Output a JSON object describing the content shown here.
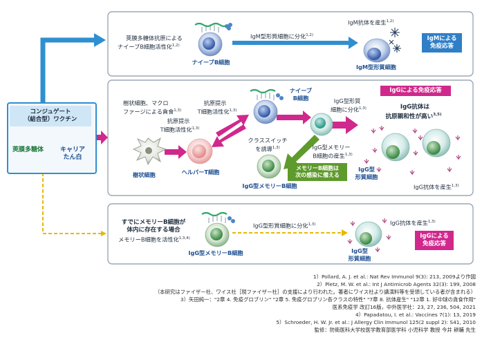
{
  "vaccine": {
    "title_line1": "コンジュゲート",
    "title_line2": "（結合型）ワクチン",
    "polysaccharide_label": "莢膜多糖体",
    "carrier_label_line1": "キャリア",
    "carrier_label_line2": "たん白"
  },
  "top_panel": {
    "activation_line1": "莢膜多糖体抗原による",
    "activation_line2": "ナイーブB細胞活性化",
    "activation_ref": "1,2)",
    "naive_b_label": "ナイーブB細胞",
    "differentiation": "IgM型形質細胞に分化",
    "differentiation_ref": "1,2)",
    "igm_produce": "IgM抗体を産生",
    "igm_produce_ref": "1,2)",
    "igm_plasma_label": "IgM型形質細胞",
    "badge_line1": "IgMによる",
    "badge_line2": "免疫応答"
  },
  "middle_panel": {
    "dendritic_desc_line1": "樹状細胞、マクロ",
    "dendritic_desc_line2": "ファージによる貪食",
    "dendritic_desc_ref": "1,3)",
    "antigen_present_t_line1": "抗原提示",
    "antigen_present_t_line2": "T細胞活性化",
    "antigen_present_t_ref": "1,3)",
    "antigen_present_b_line1": "抗原提示",
    "antigen_present_b_line2": "T細胞活性化",
    "antigen_present_b_ref": "1,3)",
    "dendritic_label": "樹状細胞",
    "helper_t_label": "ヘルパーT細胞",
    "naive_b_line1": "ナイーブ",
    "naive_b_line2": "B細胞",
    "class_switch_line1": "クラススイッチ",
    "class_switch_line2": "を誘導",
    "class_switch_ref": "1,3)",
    "igg_plasma_diff_line1": "IgG型形質",
    "igg_plasma_diff_line2": "細胞に分化",
    "igg_plasma_diff_ref": "1,3)",
    "igg_memory_prod_line1": "IgG型メモリー",
    "igg_memory_prod_line2": "B細胞の産生",
    "igg_memory_prod_ref": "1,3)",
    "igg_memory_label": "IgG型メモリーB細胞",
    "memory_badge_line1": "メモリーB細胞は",
    "memory_badge_line2": "次の感染に備える",
    "igg_badge": "IgGによる免疫応答",
    "igg_affinity_line1": "IgG抗体は",
    "igg_affinity_line2": "抗原親和性が高い",
    "igg_affinity_ref": "3,5)",
    "igg_plasma_label_line1": "IgG型",
    "igg_plasma_label_line2": "形質細胞",
    "igg_produce": "IgG抗体を産生",
    "igg_produce_ref": "1,3)"
  },
  "bottom_panel": {
    "memory_exists_line1": "すでにメモリーB細胞が",
    "memory_exists_line2": "体内に存在する場合",
    "memory_activate": "メモリーB細胞を活性化",
    "memory_activate_ref": "1,3,4)",
    "igg_memory_label": "IgG型メモリーB細胞",
    "igg_plasma_diff": "IgG型形質細胞に分化",
    "igg_plasma_diff_ref": "1,3)",
    "igg_produce": "IgG抗体を産生",
    "igg_produce_ref": "1,3)",
    "igg_plasma_label_line1": "IgG型",
    "igg_plasma_label_line2": "形質細胞",
    "badge_line1": "IgGによる",
    "badge_line2": "免疫応答"
  },
  "references": [
    "1）Pollard, A. J. et al.: Nat Rev Immunol 9(3): 213, 2009より作図",
    "2）Pletz, M. W. et al.: Int J Antimicrob Agents 32(3): 199, 2008",
    "（本研究はファイザー社、ワイス社［現ファイザー社］の支援により行われた。著者にワイス社より講演料等を受領している者が含まれる）",
    "3）矢田純一：\"2章 4. 免疫グロブリン\" \"2章 5. 免疫グロブリン各クラスの特性\" \"7章 8. 抗体産生\" \"12章 1. 好中球の貪食作用\"",
    "医系免疫学 改訂16版，中外医学社：23, 27, 236, 504, 2021",
    "4）Papadatou, I. et al.: Vaccines 7(1): 13, 2019",
    "5）Schroeder, H. W. Jr. et al.: J Allergy Clin Immunol 125(2 suppl 2): S41, 2010",
    "監修：防衛医科大学校医学教育部医学科 小児科学 教授 今井 耕輔 先生"
  ],
  "colors": {
    "blue_arrow": "#2f8fd0",
    "magenta": "#d0288c",
    "green": "#5e9a2c",
    "navy_badge": "#2f7fc8",
    "yellow_dash": "#e8b800"
  }
}
